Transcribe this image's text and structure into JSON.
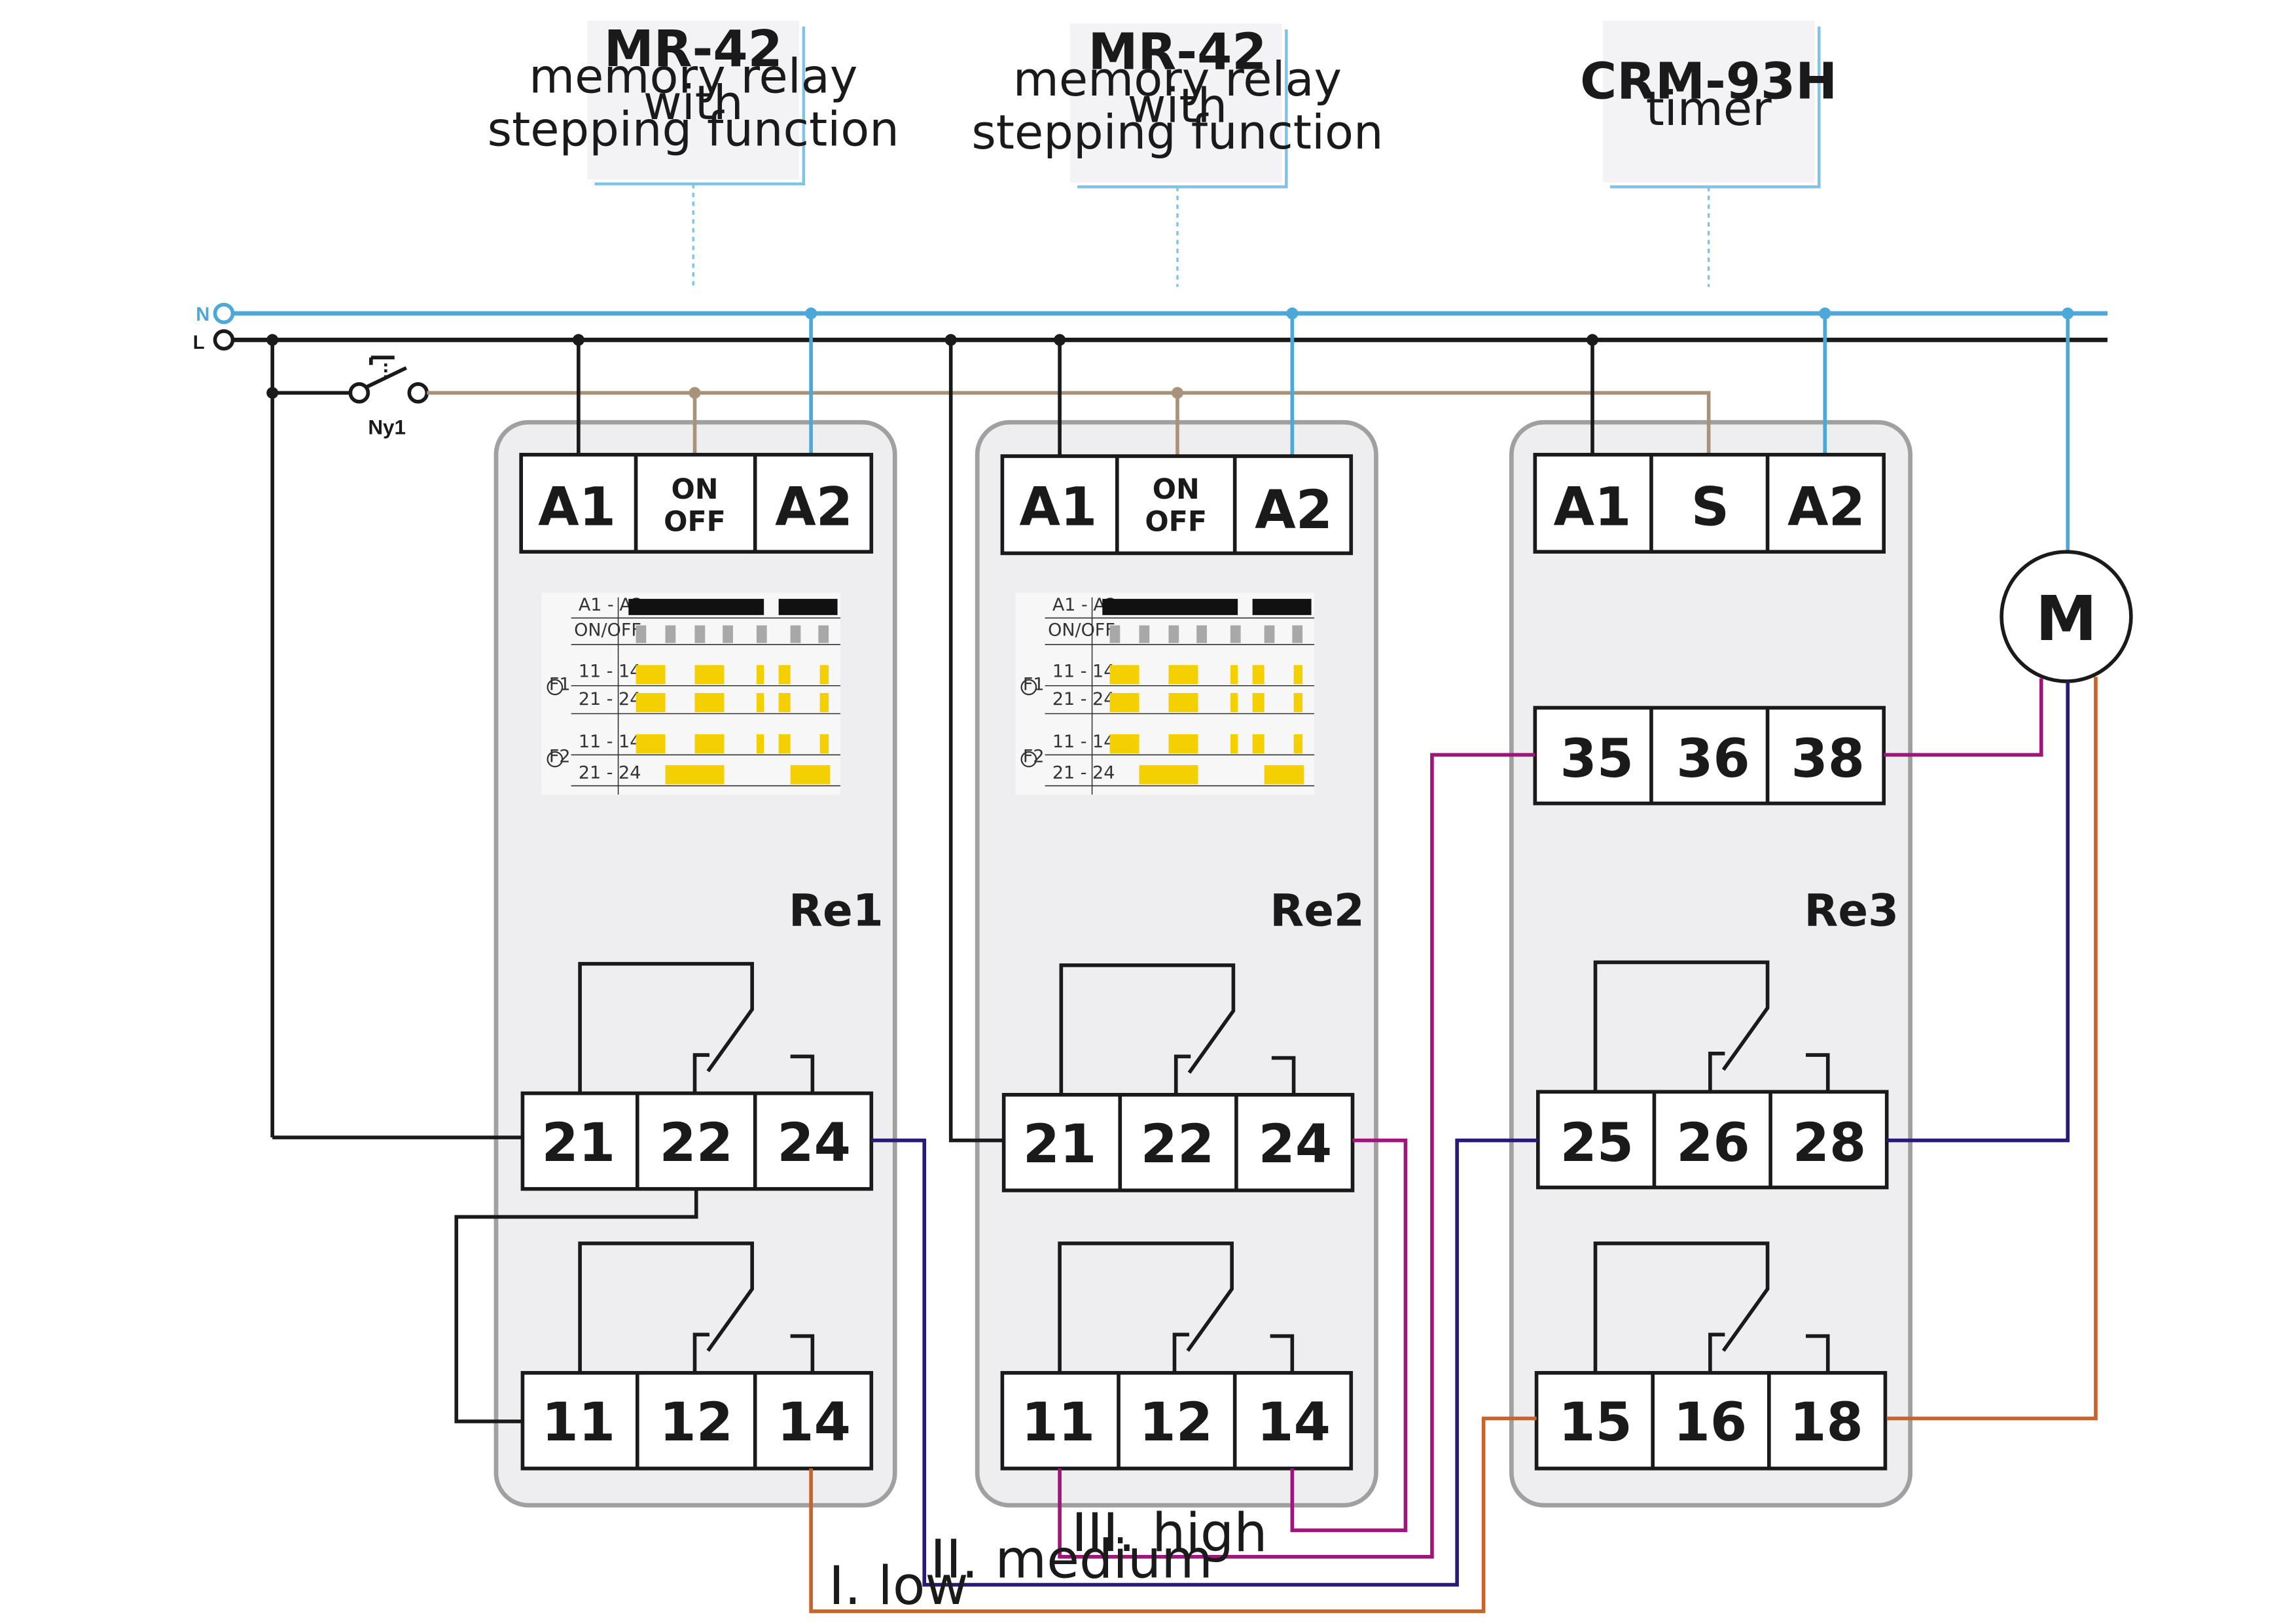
{
  "colors": {
    "n_line": "#4ba8d8",
    "l_line": "#1a1a1a",
    "switch_line": "#a8937a",
    "low_line": "#c8642a",
    "medium_line": "#2a1a78",
    "high_line": "#a0157a",
    "module_fill": "#f0f0f2",
    "module_border": "#9a9a9a",
    "callout_border": "#7fc4e8",
    "timing_yellow": "#f5d000",
    "timing_gray": "#a8a8a8"
  },
  "bus": {
    "n_label": "N",
    "l_label": "L"
  },
  "switch": {
    "label": "Ny1"
  },
  "callouts": [
    {
      "title": "MR-42",
      "lines": [
        "memory relay",
        "with",
        "stepping function"
      ]
    },
    {
      "title": "MR-42",
      "lines": [
        "memory relay",
        "with",
        "stepping function"
      ]
    },
    {
      "title": "CRM-93H",
      "lines": [
        "timer"
      ]
    }
  ],
  "modules": [
    {
      "name": "Re1",
      "top_terminals": [
        "A1",
        "ON",
        "OFF",
        "A2"
      ],
      "mid_terminals": [],
      "contact_rows": [
        [
          "21",
          "22",
          "24"
        ],
        [
          "11",
          "12",
          "14"
        ]
      ]
    },
    {
      "name": "Re2",
      "top_terminals": [
        "A1",
        "ON",
        "OFF",
        "A2"
      ],
      "mid_terminals": [],
      "contact_rows": [
        [
          "21",
          "22",
          "24"
        ],
        [
          "11",
          "12",
          "14"
        ]
      ]
    },
    {
      "name": "Re3",
      "top_terminals": [
        "A1",
        "S",
        "A2"
      ],
      "mid_terminals": [
        "35",
        "36",
        "38"
      ],
      "contact_rows": [
        [
          "25",
          "26",
          "28"
        ],
        [
          "15",
          "16",
          "18"
        ]
      ]
    }
  ],
  "timing": {
    "labels": [
      "A1 - A2",
      "ON/OFF",
      "11 - 14",
      "21 - 24",
      "11 - 14",
      "21 - 24"
    ],
    "func_labels": [
      "F1",
      "F2"
    ]
  },
  "motor": {
    "label": "M"
  },
  "speeds": [
    "I. low",
    "II. medium",
    "III. high"
  ]
}
